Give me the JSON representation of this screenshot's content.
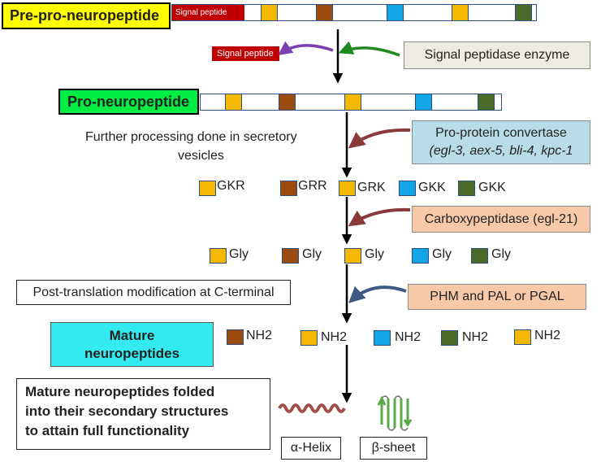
{
  "colors": {
    "yellow_seg": "#f5b800",
    "brown_seg": "#9b4a10",
    "blue_seg": "#13a6e6",
    "olive_seg": "#4a6b2a",
    "signal_red": "#c00000",
    "title_yellow": "#ffff00",
    "title_green": "#00ee44",
    "mature_cyan": "#33eaf0"
  },
  "titles": {
    "prepro": "Pre-pro-neuropeptide",
    "pro": "Pro-neuropeptide",
    "mature_line1": "Mature",
    "mature_line2": "neuropeptides"
  },
  "signal": {
    "bar_label": "Signal peptide",
    "cleaved_label": "Signal peptide",
    "enzyme": "Signal peptidase enzyme"
  },
  "processing": {
    "text_line1": "Further processing done in secretory",
    "text_line2": "vesicles",
    "convertase_line1": "Pro-protein convertase",
    "convertase_line2": "(egl-3, aex-5, bli-4, kpc-1"
  },
  "row_gkr": [
    "GKR",
    "GRR",
    "GRK",
    "GKK",
    "GKK"
  ],
  "carboxy": "Carboxypeptidase (egl-21)",
  "row_gly": [
    "Gly",
    "Gly",
    "Gly",
    "Gly",
    "Gly"
  ],
  "modification": {
    "text": "Post-translation modification at C-terminal",
    "enzyme": "PHM and PAL or PGAL"
  },
  "row_nh2": [
    "NH2",
    "NH2",
    "NH2",
    "NH2",
    "NH2"
  ],
  "folding": {
    "line1": "Mature neuropeptides folded",
    "line2": "into their secondary structures",
    "line3": "to attain full functionality",
    "helix": "α-Helix",
    "sheet": "β-sheet"
  }
}
